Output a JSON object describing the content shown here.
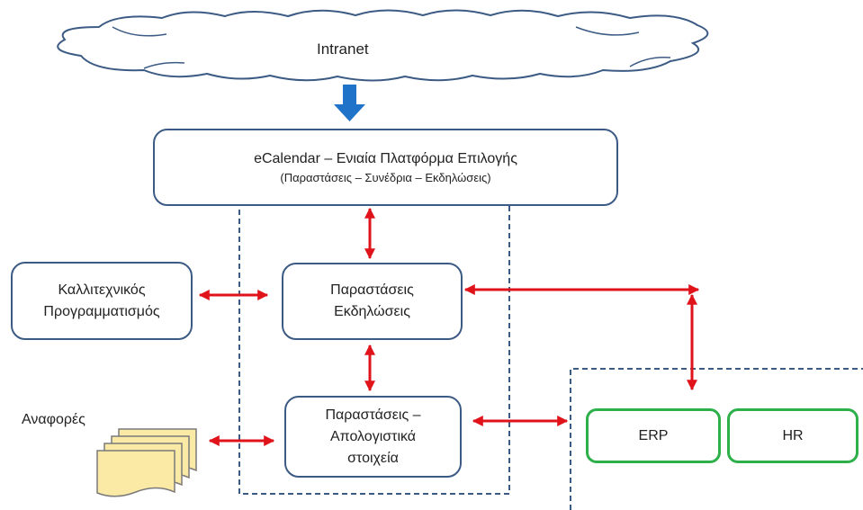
{
  "cloud": {
    "label": "Intranet"
  },
  "ecalendar": {
    "title_name": "eCalendar",
    "title_rest": " – Ενιαία Πλατφόρμα Επιλογής",
    "subtitle": "(Παραστάσεις – Συνέδρια – Εκδηλώσεις)"
  },
  "artistic": {
    "line1": "Καλλιτεχνικός",
    "line2": "Προγραμματισμός"
  },
  "events": {
    "line1": "Παραστάσεις",
    "line2": "Εκδηλώσεις"
  },
  "accounting": {
    "line1": "Παραστάσεις –",
    "line2": "Απολογιστικά",
    "line3": "στοιχεία"
  },
  "reports": {
    "label": "Αναφορές"
  },
  "erp": {
    "label": "ERP"
  },
  "hr": {
    "label": "HR"
  },
  "colors": {
    "box_border": "#3c5b84",
    "arrow_red": "#e0131b",
    "arrow_blue": "#1f73c8",
    "system_border": "#2db04a",
    "document_fill": "#fbe9a6"
  }
}
